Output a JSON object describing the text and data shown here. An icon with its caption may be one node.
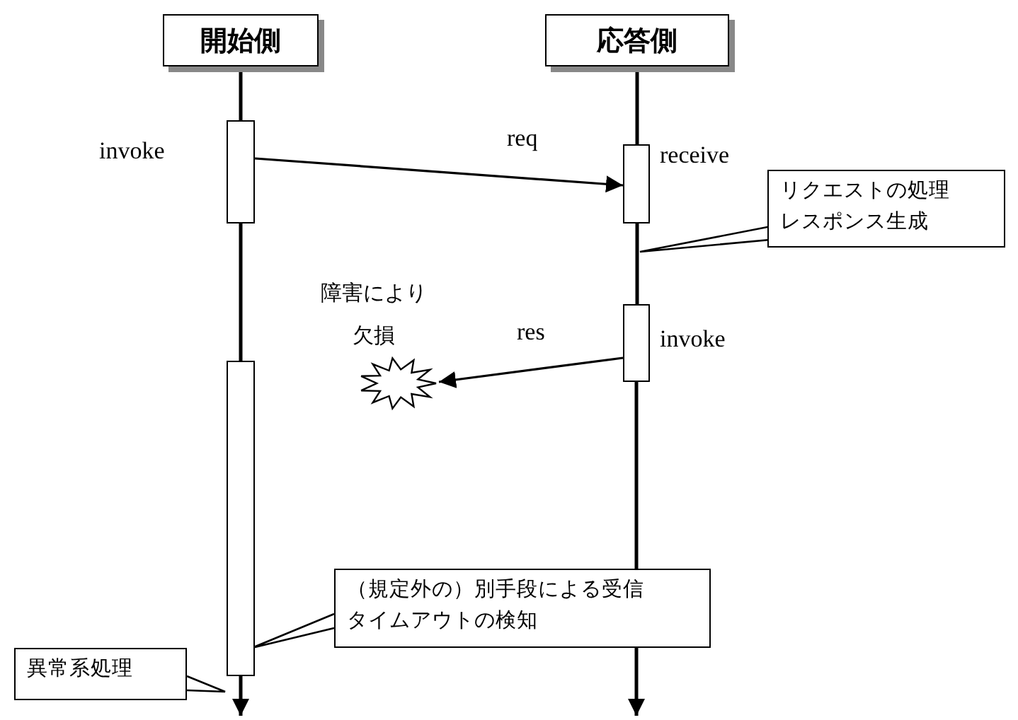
{
  "diagram": {
    "nodes": [
      {
        "text": [
          "開始側"
        ]
      },
      {
        "text": [
          "応答側"
        ]
      },
      {
        "text": [],
        "shape": "bar",
        "beside": [
          "invoke"
        ]
      },
      {
        "text": [],
        "shape": "bar",
        "beside": [
          "receive"
        ]
      },
      {
        "text": [
          "リクエストの処理レスポンス生成"
        ]
      },
      {
        "text": [],
        "shape": "bar",
        "beside": [
          "invoke"
        ]
      },
      {
        "text": [],
        "shape": "burst",
        "beside": [
          "障害により欠損"
        ]
      },
      {
        "text": [],
        "shape": "bar"
      },
      {
        "text": [
          "（規定外の）別手段による受信タイムアウトの検知"
        ]
      },
      {
        "text": [
          "異常系処理"
        ]
      }
    ],
    "edges": [
      {
        "from": 2,
        "to": 3,
        "arrow": "to",
        "label": "req"
      },
      {
        "from": 5,
        "to": 6,
        "arrow": "to",
        "label": "res"
      },
      {
        "from": 0,
        "to": 2,
        "arrow": "none"
      },
      {
        "from": 2,
        "to": 7,
        "arrow": "none"
      },
      {
        "from": 7,
        "to": null,
        "arrow": "to"
      },
      {
        "from": 1,
        "to": 3,
        "arrow": "none"
      },
      {
        "from": 3,
        "to": 5,
        "arrow": "none"
      },
      {
        "from": 5,
        "to": null,
        "arrow": "to"
      }
    ]
  }
}
